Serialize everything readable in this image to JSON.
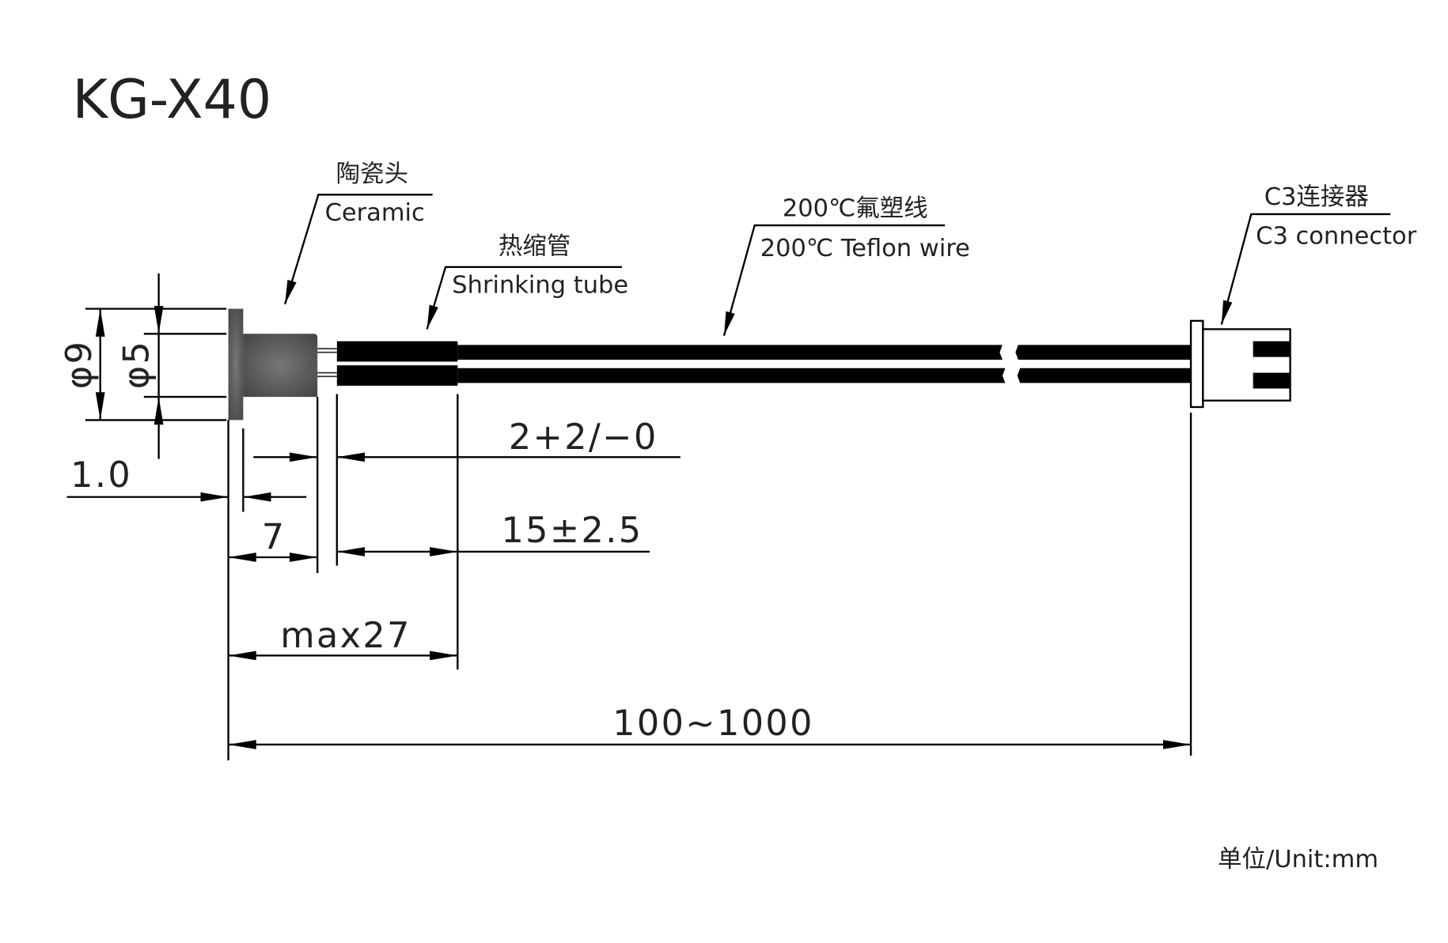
{
  "title": "KG-X40",
  "labels": {
    "ceramic_cn": "陶瓷头",
    "ceramic_en": "Ceramic",
    "tube_cn": "热缩管",
    "tube_en": "Shrinking tube",
    "wire_cn": "200℃氟塑线",
    "wire_en": "200℃ Teflon wire",
    "connector_cn": "C3连接器",
    "connector_en": "C3 connector"
  },
  "dimensions": {
    "outer_diameter": "φ9",
    "inner_diameter": "φ5",
    "flange": "1.0",
    "head_length": "7",
    "pin_gap": "2+2/−0",
    "tube_length": "15±2.5",
    "max_length": "max27",
    "total_length": "100~1000"
  },
  "unit": "单位/Unit:mm",
  "colors": {
    "body": "#555555",
    "line": "#000000"
  }
}
